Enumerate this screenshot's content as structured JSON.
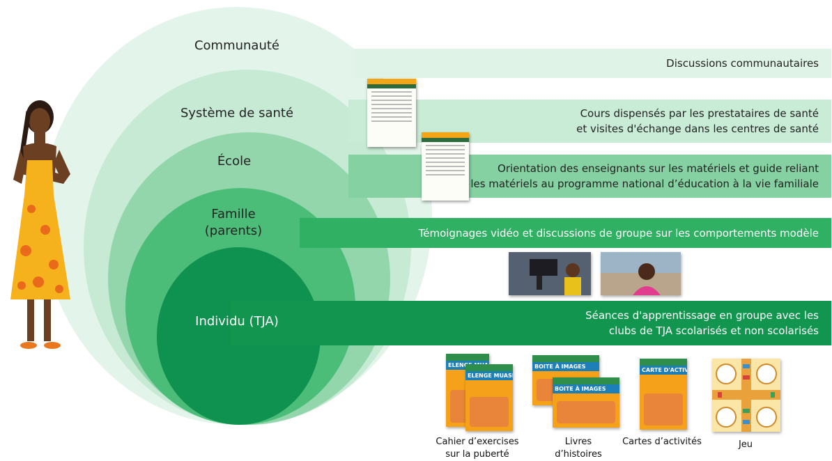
{
  "levels": [
    {
      "label": "Communauté",
      "description": "Discussions communautaires"
    },
    {
      "label": "Système de santé",
      "description_lines": [
        "Cours dispensés par les prestataires de santé",
        "et visites d'échange dans les centres de santé"
      ]
    },
    {
      "label": "École",
      "description_lines": [
        "Orientation des enseignants sur les matériels et guide reliant",
        "les matériels au programme national d’éducation à la vie familiale"
      ]
    },
    {
      "label_lines": [
        "Famille",
        "(parents)"
      ],
      "description": "Témoignages vidéo et discussions de groupe sur les comportements modèle"
    },
    {
      "label": "Individu (TJA)",
      "description_lines": [
        "Séances d'apprentissage en groupe avec les",
        "clubs de TJA scolarisés et non scolarisés"
      ]
    }
  ],
  "materials": [
    {
      "caption_lines": [
        "Cahier d’exercises",
        "sur la puberté"
      ],
      "cover_title": "ELENGE MUASI"
    },
    {
      "caption_lines": [
        "Livres",
        "d’histoires"
      ],
      "cover_title": "BOITE À IMAGES"
    },
    {
      "caption": "Cartes d’activités",
      "cover_title": "CARTE D'ACTIVITÉS"
    },
    {
      "caption": "Jeu"
    }
  ],
  "colors": {
    "ring1": "#e3f4ea",
    "ring2": "#c6ead3",
    "ring3": "#93d6ac",
    "ring4": "#4cbd78",
    "ring5": "#0f9150",
    "band1": "#dff3e6",
    "band2": "#c9ecd6",
    "band3": "#86d1a2",
    "band4": "#2fb062",
    "band5": "#12954f"
  },
  "icons": [
    "woman-figure-icon",
    "document-icon",
    "video-thumbnail-icon",
    "board-game-icon"
  ]
}
